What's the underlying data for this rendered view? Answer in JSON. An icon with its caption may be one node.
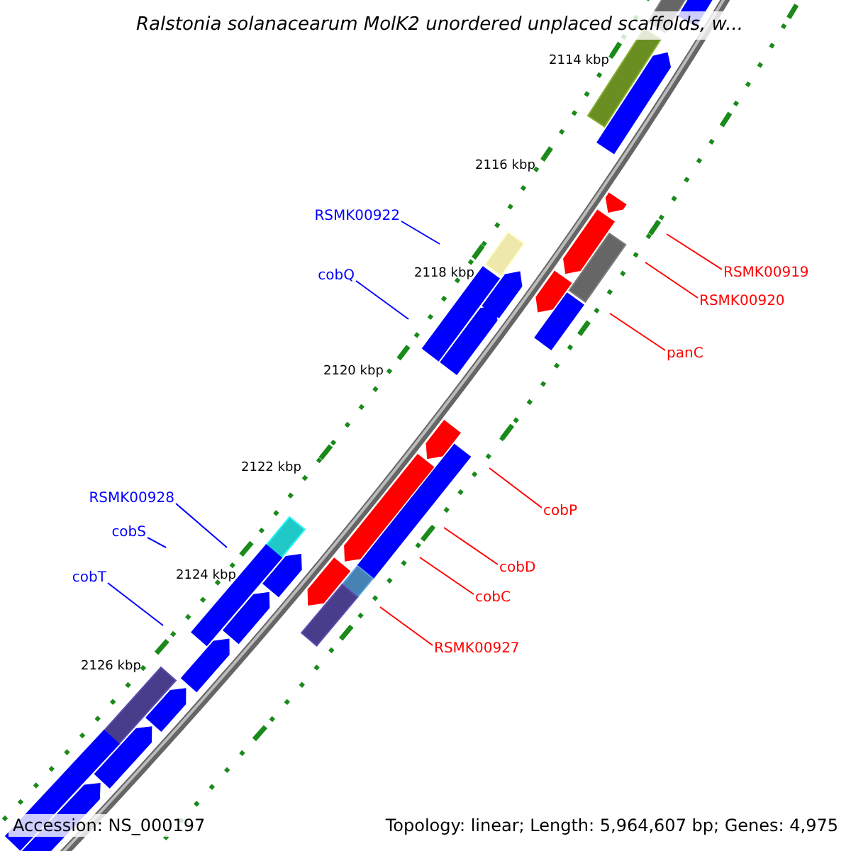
{
  "diagram": {
    "title": "Ralstonia solanacearum MolK2 unordered unplaced scaffolds, w...",
    "nodes": [
      {
        "text": [
          "RSMK00922"
        ]
      },
      {
        "text": [
          "cobQ"
        ]
      },
      {
        "text": [
          "RSMK00928"
        ]
      },
      {
        "text": [
          "cobS"
        ]
      },
      {
        "text": [
          "cobT"
        ]
      },
      {
        "text": [
          "RSMK00919"
        ]
      },
      {
        "text": [
          "RSMK00920"
        ]
      },
      {
        "text": [
          "panC"
        ]
      },
      {
        "text": [
          "cobP"
        ]
      },
      {
        "text": [
          "cobD"
        ]
      },
      {
        "text": [
          "cobC"
        ]
      },
      {
        "text": [
          "RSMK00927"
        ]
      }
    ],
    "edges": [
      {
        "from": 0,
        "to": null,
        "arrow": "none",
        "color": "#0000ff"
      },
      {
        "from": 1,
        "to": null,
        "arrow": "none",
        "color": "#0000ff"
      },
      {
        "from": 2,
        "to": null,
        "arrow": "none",
        "color": "#0000ff"
      },
      {
        "from": 3,
        "to": null,
        "arrow": "none",
        "color": "#0000ff"
      },
      {
        "from": 4,
        "to": null,
        "arrow": "none",
        "color": "#0000ff"
      },
      {
        "from": 5,
        "to": null,
        "arrow": "none"
      },
      {
        "from": 6,
        "to": null,
        "arrow": "none"
      },
      {
        "from": 7,
        "to": null,
        "arrow": "none"
      },
      {
        "from": 8,
        "to": null,
        "arrow": "none"
      },
      {
        "from": 9,
        "to": null,
        "arrow": "none"
      },
      {
        "from": 10,
        "to": null,
        "arrow": "none"
      },
      {
        "from": 11,
        "to": null,
        "arrow": "none"
      }
    ],
    "labels": [
      "2114 kbp",
      "2116 kbp",
      "2118 kbp",
      "2120 kbp",
      "2122 kbp",
      "2124 kbp",
      "2126 kbp",
      "Accession: NS_000197",
      "Topology: linear; Length: 5,964,607 bp; Genes: 4,975"
    ]
  }
}
